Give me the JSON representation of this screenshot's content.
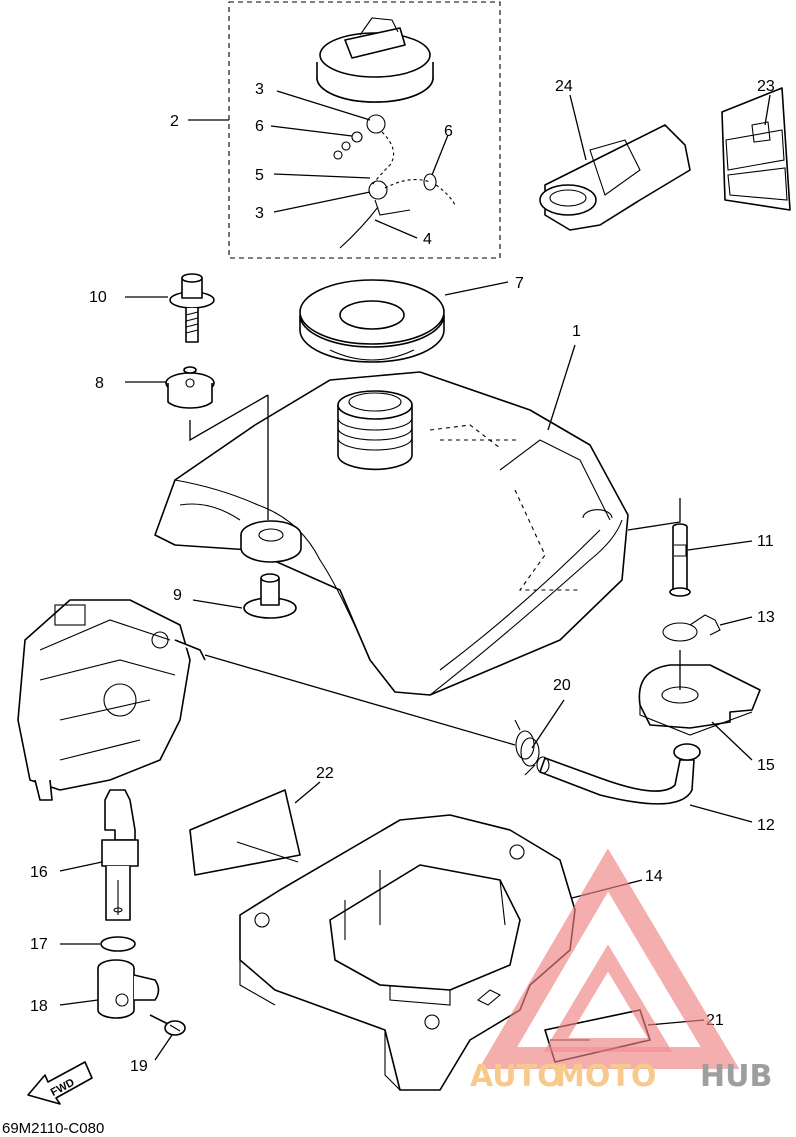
{
  "diagram": {
    "code": "69M2110-C080",
    "fwd_label": "FWD",
    "callouts": {
      "c1": "1",
      "c2": "2",
      "c3a": "3",
      "c3b": "3",
      "c4": "4",
      "c5": "5",
      "c6a": "6",
      "c6b": "6",
      "c7": "7",
      "c8": "8",
      "c9": "9",
      "c10": "10",
      "c11": "11",
      "c12": "12",
      "c13": "13",
      "c14": "14",
      "c15": "15",
      "c16": "16",
      "c17": "17",
      "c18": "18",
      "c19": "19",
      "c20": "20",
      "c21": "21",
      "c22": "22",
      "c23": "23",
      "c24": "24"
    },
    "watermark": {
      "part1": "AUTO",
      "part2": "MOTO",
      "part3": "HUB",
      "color_primary": "#f08080",
      "color_secondary": "#8e8e8e"
    }
  }
}
